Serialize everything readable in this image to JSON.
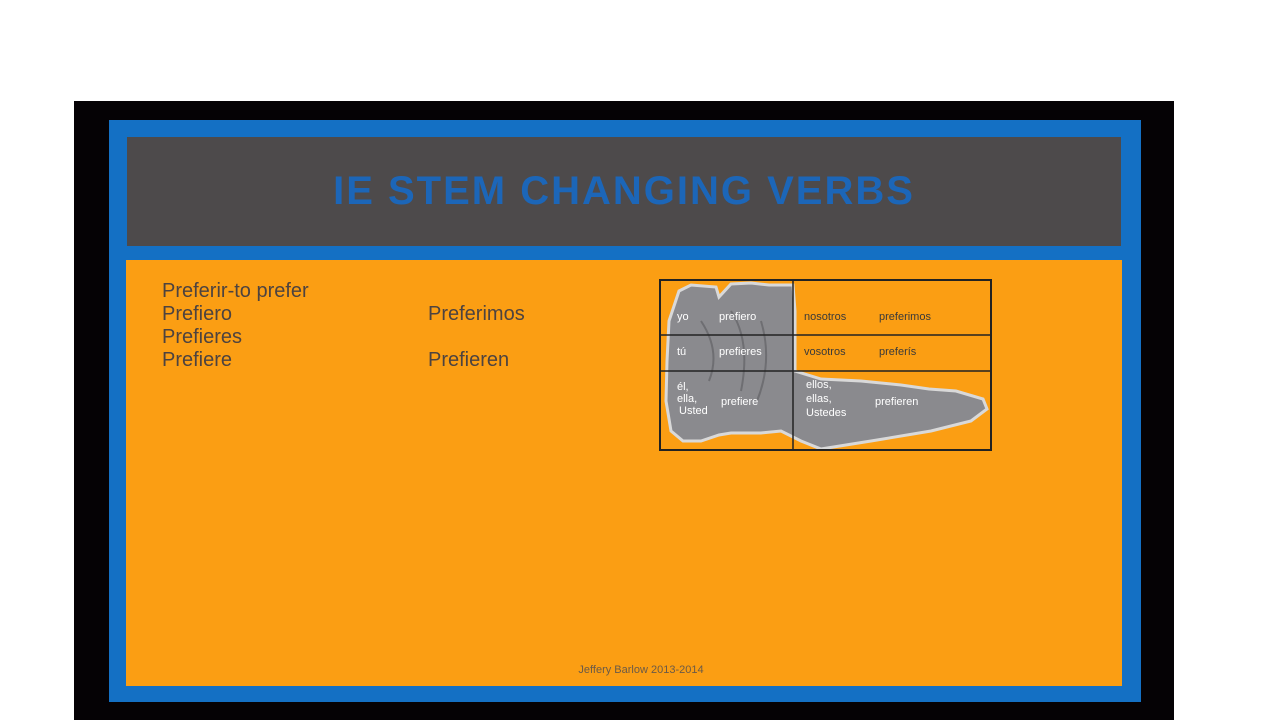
{
  "slide": {
    "title": "IE STEM CHANGING VERBS",
    "verb_header": "Preferir-to prefer",
    "singular": [
      "Prefiero",
      "Prefieres",
      "Prefiere"
    ],
    "plural": [
      "Preferimos",
      "Prefieren"
    ],
    "footer": "Jeffery Barlow 2013-2014"
  },
  "boot_chart": {
    "cells": {
      "r1_pronoun": "yo",
      "r1_verb": "prefiero",
      "r1_plural_pronoun": "nosotros",
      "r1_plural_verb": "preferimos",
      "r2_pronoun": "tú",
      "r2_verb": "prefieres",
      "r2_plural_pronoun": "vosotros",
      "r2_plural_verb": "preferís",
      "r3_pronoun_1": "él,",
      "r3_pronoun_2": "ella,",
      "r3_pronoun_3": "Usted",
      "r3_verb": "prefiere",
      "r3_plural_pronoun_1": "ellos,",
      "r3_plural_pronoun_2": "ellas,",
      "r3_plural_pronoun_3": "Ustedes",
      "r3_plural_verb": "prefieren"
    }
  },
  "colors": {
    "background": "#ffffff",
    "frame": "#050205",
    "border_blue": "#1470c4",
    "title_bar": "#4d4a4b",
    "content_orange": "#fb9e13",
    "text": "#4d4340"
  }
}
